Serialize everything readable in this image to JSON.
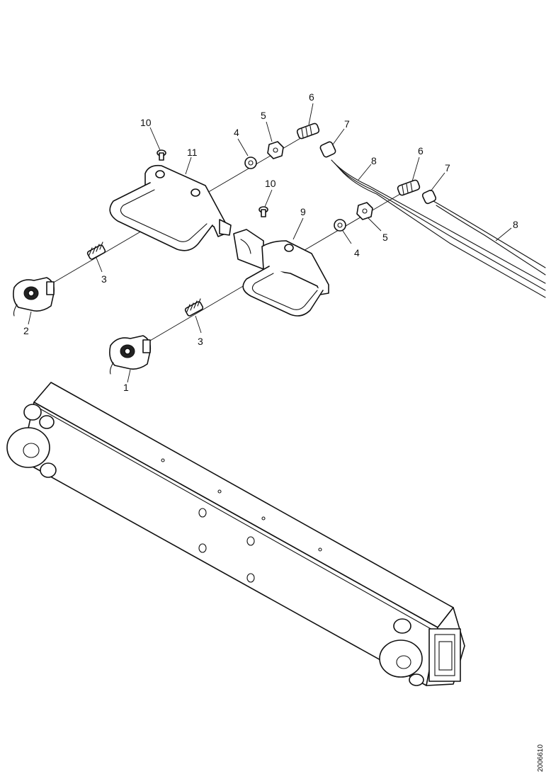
{
  "callouts": {
    "c1": "1",
    "c2": "2",
    "c3a": "3",
    "c3b": "3",
    "c4a": "4",
    "c4b": "4",
    "c5a": "5",
    "c5b": "5",
    "c6a": "6",
    "c6b": "6",
    "c7a": "7",
    "c7b": "7",
    "c8a": "8",
    "c8b": "8",
    "c9": "9",
    "c10a": "10",
    "c10b": "10",
    "c11": "11"
  },
  "drawing_ref": "2006610"
}
